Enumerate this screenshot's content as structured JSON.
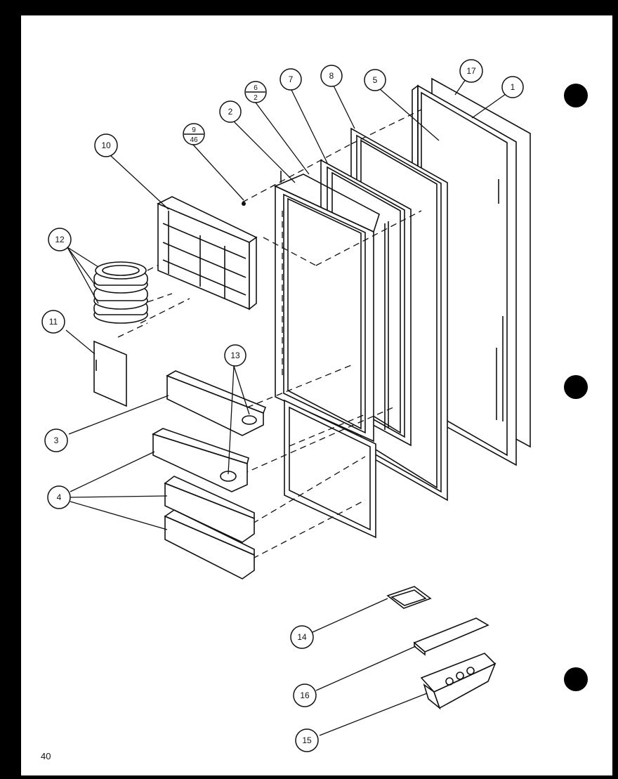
{
  "callouts": [
    {
      "id": "c1",
      "label": "1"
    },
    {
      "id": "c2",
      "label": "2"
    },
    {
      "id": "c3",
      "label": "3"
    },
    {
      "id": "c4",
      "label": "4"
    },
    {
      "id": "c5",
      "label": "5"
    },
    {
      "id": "c6",
      "top": "6",
      "bottom": "2"
    },
    {
      "id": "c7",
      "label": "7"
    },
    {
      "id": "c8",
      "label": "8"
    },
    {
      "id": "c9",
      "top": "9",
      "bottom": "46"
    },
    {
      "id": "c10",
      "label": "10"
    },
    {
      "id": "c11",
      "label": "11"
    },
    {
      "id": "c12",
      "label": "12"
    },
    {
      "id": "c13",
      "label": "13"
    },
    {
      "id": "c14",
      "label": "14"
    },
    {
      "id": "c15",
      "label": "15"
    },
    {
      "id": "c16",
      "label": "16"
    },
    {
      "id": "c17",
      "label": "17"
    }
  ],
  "page_number": "40"
}
